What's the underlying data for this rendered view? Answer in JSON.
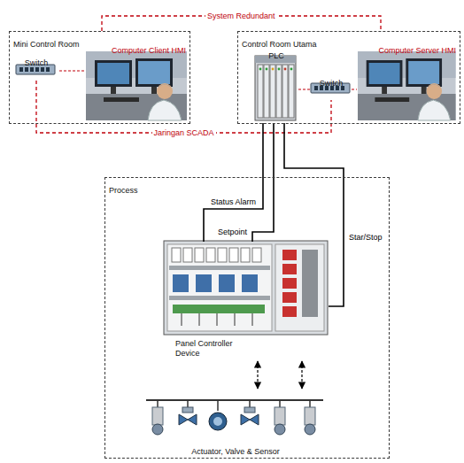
{
  "diagram": {
    "nodes": [
      {
        "text": [
          "Mini Control Room"
        ]
      },
      {
        "text": [
          "Switch"
        ],
        "in": 0
      },
      {
        "text": [
          "Computer Client HMI"
        ],
        "in": 0
      },
      {
        "text": [
          "Control Room Utama"
        ]
      },
      {
        "text": [
          "PLC"
        ],
        "in": 3
      },
      {
        "text": [
          "Switch"
        ],
        "in": 3
      },
      {
        "text": [
          "Computer Server HMI"
        ],
        "in": 3
      },
      {
        "text": [
          "Process"
        ]
      },
      {
        "text": [
          "Panel Controller Device"
        ],
        "in": 7
      },
      {
        "text": [
          "Actuator, Valve & Sensor"
        ],
        "in": 7
      }
    ],
    "edges": [
      {
        "from": 0,
        "to": 3,
        "arrow": "none",
        "label": "System Redundant"
      },
      {
        "from": 1,
        "to": 5,
        "arrow": "none",
        "label": "Jaringan SCADA"
      },
      {
        "from": 1,
        "to": 2,
        "arrow": "none"
      },
      {
        "from": 4,
        "to": 5,
        "arrow": "none"
      },
      {
        "from": 5,
        "to": 6,
        "arrow": "none"
      },
      {
        "from": 4,
        "to": 8,
        "arrow": "none",
        "label": "Status Alarm"
      },
      {
        "from": 4,
        "to": 8,
        "arrow": "none",
        "label": "Setpoint"
      },
      {
        "from": 4,
        "to": 8,
        "arrow": "none",
        "label": "Star/Stop"
      },
      {
        "from": 8,
        "to": 9,
        "arrow": "both"
      },
      {
        "from": 8,
        "to": 9,
        "arrow": "both"
      }
    ]
  }
}
